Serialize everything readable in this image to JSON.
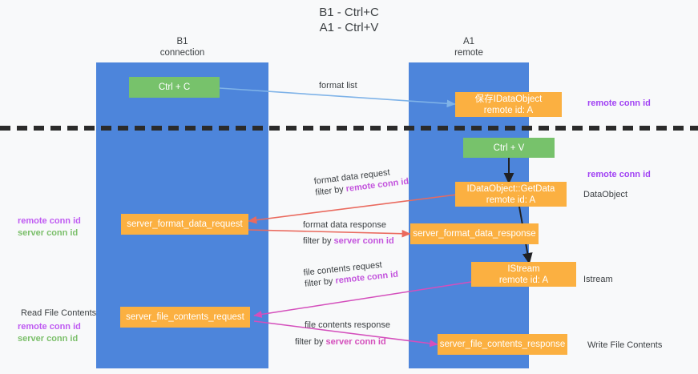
{
  "diagram": {
    "title": "B1 - Ctrl+C\nA1 - Ctrl+V",
    "columns": [
      {
        "id": "b1",
        "header": "B1\nconnection"
      },
      {
        "id": "a1",
        "header": "A1\nremote"
      }
    ],
    "nodes": [
      {
        "id": "ctrl-c",
        "label": "Ctrl + C",
        "kind": "green",
        "column": "b1"
      },
      {
        "id": "save-idataobject",
        "label": "保存IDataObject\nremote id: A",
        "kind": "orange",
        "column": "a1"
      },
      {
        "id": "ctrl-v",
        "label": "Ctrl + V",
        "kind": "green",
        "column": "a1"
      },
      {
        "id": "getdata",
        "label": "IDataObject::GetData\nremote id: A",
        "kind": "orange",
        "column": "a1"
      },
      {
        "id": "server-format-data-request",
        "label": "server_format_data_request",
        "kind": "orange",
        "column": "b1"
      },
      {
        "id": "server-format-data-response",
        "label": "server_format_data_response",
        "kind": "orange",
        "column": "a1"
      },
      {
        "id": "istream",
        "label": "IStream\nremote id: A",
        "kind": "orange",
        "column": "a1"
      },
      {
        "id": "server-file-contents-request",
        "label": "server_file_contents_request",
        "kind": "orange",
        "column": "b1"
      },
      {
        "id": "server-file-contents-response",
        "label": "server_file_contents_response",
        "kind": "orange",
        "column": "a1"
      }
    ],
    "edge_labels": [
      {
        "id": "format-list",
        "line1": "format list",
        "line2": ""
      },
      {
        "id": "format-data-request",
        "line1": "format data request",
        "line2_prefix": "filter by ",
        "line2_key": "remote conn id"
      },
      {
        "id": "format-data-response",
        "line1": "format data response",
        "line2_prefix": "filter by ",
        "line2_key": "server conn id"
      },
      {
        "id": "file-contents-request",
        "line1": "file contents request",
        "line2_prefix": "filter by ",
        "line2_key": "remote conn id"
      },
      {
        "id": "file-contents-response",
        "line1": "file contents response",
        "line2_prefix": "filter by ",
        "line2_key": "server conn id"
      }
    ],
    "right_labels": [
      {
        "id": "r-remote-conn-id-1",
        "text": "remote conn id",
        "style": "purple"
      },
      {
        "id": "r-remote-conn-id-2",
        "text": "remote conn id",
        "style": "purple"
      },
      {
        "id": "r-dataobject",
        "text": "DataObject",
        "style": "dark"
      },
      {
        "id": "r-istream",
        "text": "Istream",
        "style": "dark"
      },
      {
        "id": "r-write-file-contents",
        "text": "Write File Contents",
        "style": "dark"
      }
    ],
    "left_labels": [
      {
        "id": "l-conn-ids-1",
        "remote": "remote conn id",
        "server": "server conn id"
      },
      {
        "id": "l-read-file-contents",
        "text": "Read File Contents"
      },
      {
        "id": "l-conn-ids-2",
        "remote": "remote conn id",
        "server": "server conn id"
      }
    ],
    "text_tokens": {
      "filter_by": "filter by ",
      "remote_conn_id": "remote conn id",
      "server_conn_id": "server conn id"
    },
    "colors": {
      "lane": "#4d85db",
      "green_node": "#77c26b",
      "orange_node": "#fbb041",
      "purple_text": "#bf5af2",
      "green_text": "#7bbf6a",
      "divider": "#2b2b2b",
      "arrow_blue": "#7fb3e8",
      "arrow_red": "#ea6a5e",
      "arrow_pink": "#d44fbc",
      "arrow_black": "#202124",
      "background": "#f8f9fa"
    }
  }
}
